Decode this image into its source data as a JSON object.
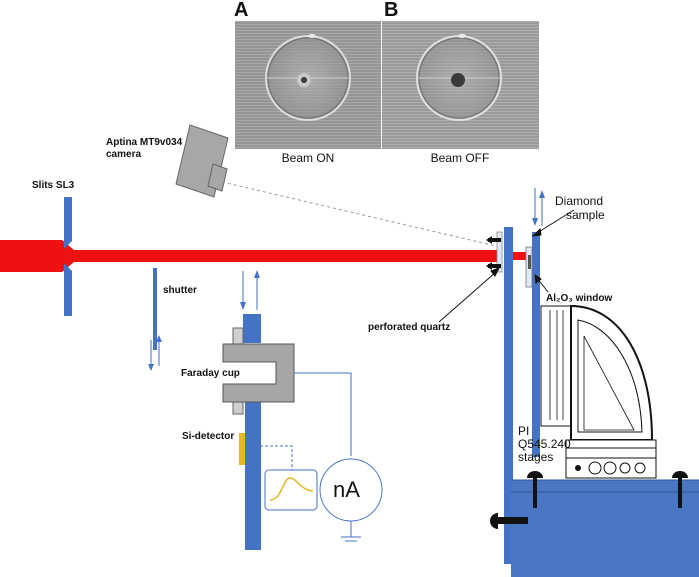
{
  "panels": {
    "a": {
      "letter": "A",
      "caption": "Beam ON"
    },
    "b": {
      "letter": "B",
      "caption": "Beam OFF"
    }
  },
  "labels": {
    "camera_line1": "Aptina MT9v034",
    "camera_line2": "camera",
    "slits": "Slits SL3",
    "shutter": "shutter",
    "faraday_cup": "Faraday cup",
    "si_detector": "Si-detector",
    "perforated_quartz": "perforated quartz",
    "diamond_line1": "Diamond",
    "diamond_line2": "sample",
    "al2o3_window": "Al₂O₃ window",
    "stages_line1": "PI",
    "stages_line2": "Q545.240",
    "stages_line3": "stages",
    "ammeter": "nA"
  },
  "colors": {
    "beam": "#ee1111",
    "component_blue": "#4472c4",
    "cup_gray": "#a6a6a6",
    "detector_yellow": "#e6b820",
    "table_blue": "#4a76c4"
  }
}
